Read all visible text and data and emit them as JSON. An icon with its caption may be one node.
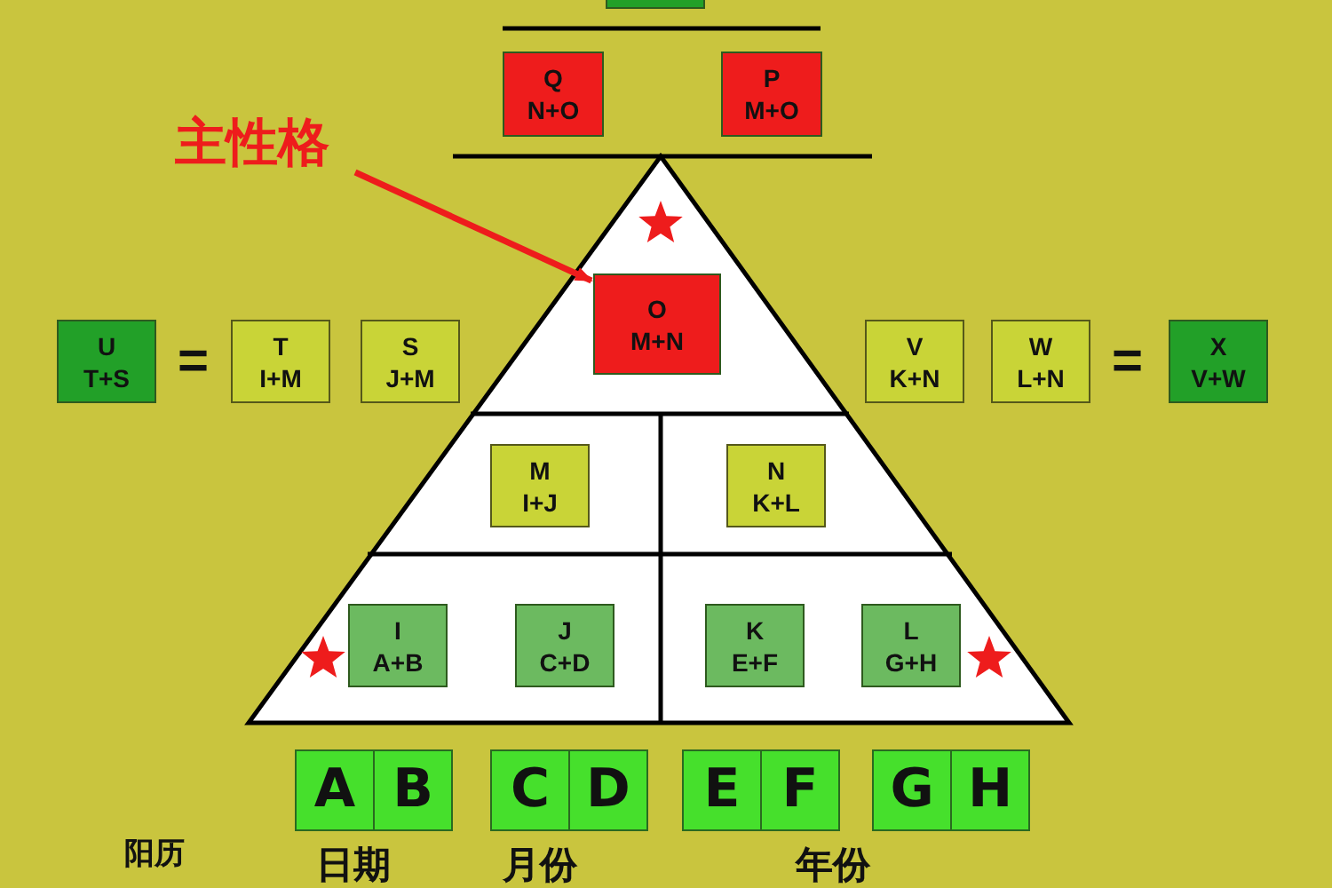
{
  "diagram": {
    "nodes": [
      {
        "text": [],
        "shape": "box"
      },
      {
        "text": [
          "Q",
          "N+O"
        ]
      },
      {
        "text": [
          "P",
          "M+O"
        ]
      },
      {
        "text": [
          "主性格"
        ]
      },
      {
        "text": [
          "O",
          "M+N"
        ]
      },
      {
        "text": [
          "U",
          "T+S"
        ]
      },
      {
        "text": [
          "T",
          "I+M"
        ]
      },
      {
        "text": [
          "S",
          "J+M"
        ]
      },
      {
        "text": [
          "V",
          "K+N"
        ]
      },
      {
        "text": [
          "W",
          "L+N"
        ]
      },
      {
        "text": [
          "X",
          "V+W"
        ]
      },
      {
        "text": [
          "M",
          "I+J"
        ]
      },
      {
        "text": [
          "N",
          "K+L"
        ]
      },
      {
        "text": [
          "I",
          "A+B"
        ]
      },
      {
        "text": [
          "J",
          "C+D"
        ]
      },
      {
        "text": [
          "K",
          "E+F"
        ]
      },
      {
        "text": [
          "L",
          "G+H"
        ]
      },
      {
        "text": [
          "A"
        ]
      },
      {
        "text": [
          "B"
        ]
      },
      {
        "text": [
          "C"
        ]
      },
      {
        "text": [
          "D"
        ]
      },
      {
        "text": [
          "E"
        ]
      },
      {
        "text": [
          "F"
        ]
      },
      {
        "text": [
          "G"
        ]
      },
      {
        "text": [
          "H"
        ]
      }
    ],
    "edges": [
      {
        "from": 3,
        "to": 4,
        "arrow": "to"
      }
    ],
    "labels": [
      "=",
      "=",
      "阳历",
      "日期",
      "月份",
      "年份"
    ]
  }
}
